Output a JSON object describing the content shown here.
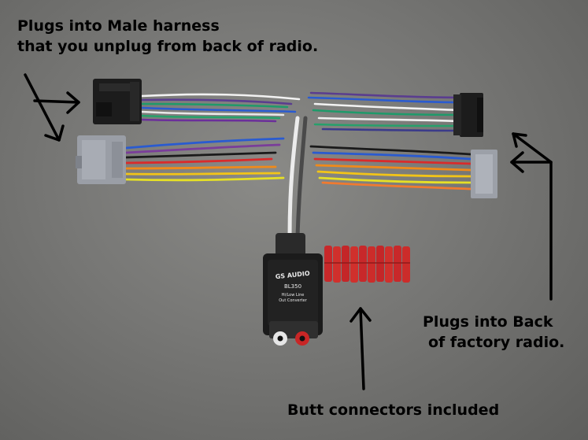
{
  "captions": {
    "top_line1": "Plugs into Male harness",
    "top_line2": "that you unplug from back of radio.",
    "right_line1": "Plugs into Back",
    "right_line2": "of factory radio.",
    "bottom": "Butt connectors included"
  },
  "module": {
    "brand": "GS AUDIO",
    "model": "BL350",
    "subtitle_line1": "Hi/Low Line",
    "subtitle_line2": "Out Converter"
  },
  "colors": {
    "background": "#777775",
    "connector_black": "#1c1c1c",
    "connector_grey": "#9a9ea6",
    "butt_connector": "#c8282a"
  }
}
